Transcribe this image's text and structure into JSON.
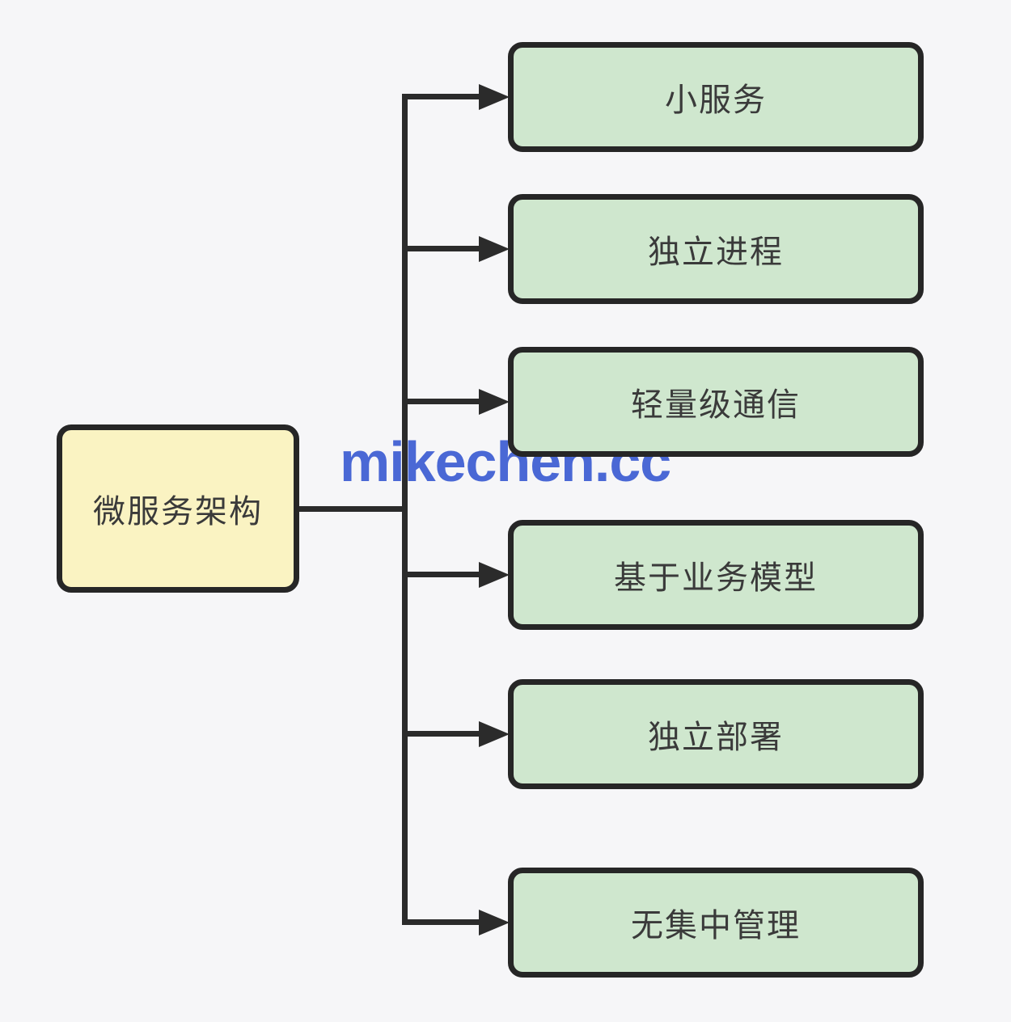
{
  "diagram": {
    "title_concept": "microservices-architecture-mindmap",
    "root": {
      "label": "微服务架构"
    },
    "children": [
      {
        "label": "小服务"
      },
      {
        "label": "独立进程"
      },
      {
        "label": "轻量级通信"
      },
      {
        "label": "基于业务模型"
      },
      {
        "label": "独立部署"
      },
      {
        "label": "无集中管理"
      }
    ],
    "watermark": "mikechen.cc",
    "colors": {
      "background": "#f6f6f8",
      "root_fill": "#faf3c2",
      "child_fill": "#cfe7ce",
      "node_border": "#262626",
      "connector": "#2b2b2b",
      "watermark": "#4a68d5",
      "text": "#3a3a3a"
    }
  }
}
